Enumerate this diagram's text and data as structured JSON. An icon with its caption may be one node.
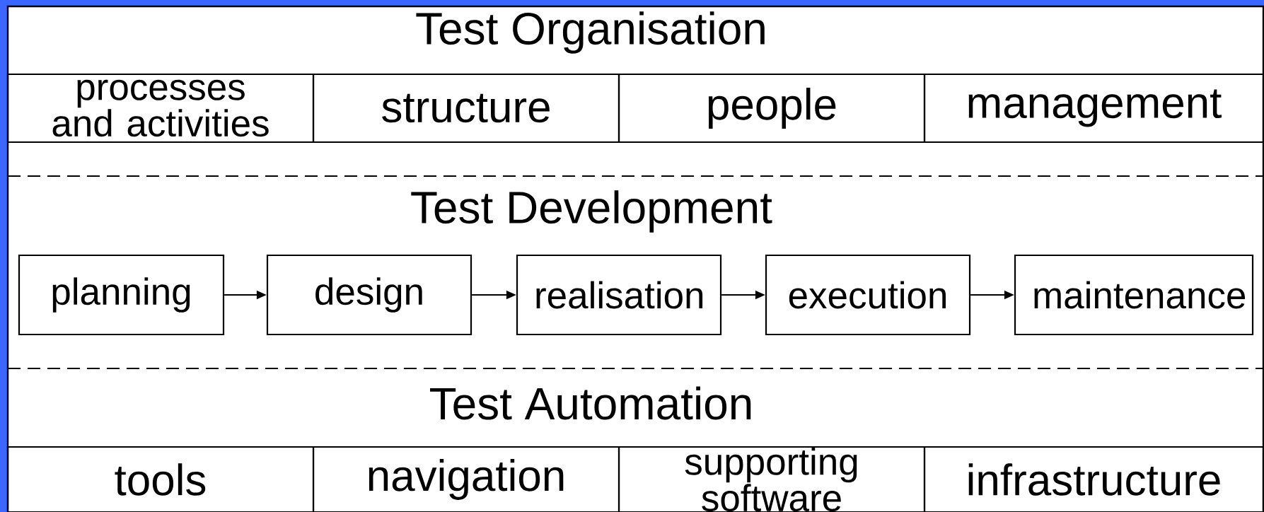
{
  "diagram": {
    "nodes": [
      {
        "text": [
          "processes and activities"
        ]
      },
      {
        "text": [
          "structure"
        ]
      },
      {
        "text": [
          "people"
        ]
      },
      {
        "text": [
          "management"
        ]
      },
      {
        "text": [
          "planning"
        ]
      },
      {
        "text": [
          "design"
        ]
      },
      {
        "text": [
          "realisation"
        ]
      },
      {
        "text": [
          "execution"
        ]
      },
      {
        "text": [
          "maintenance"
        ]
      },
      {
        "text": [
          "tools"
        ]
      },
      {
        "text": [
          "navigation"
        ]
      },
      {
        "text": [
          "supporting software"
        ]
      },
      {
        "text": [
          "infrastructure"
        ]
      }
    ],
    "edges": [
      {
        "from": 4,
        "to": 5,
        "arrow": "to"
      },
      {
        "from": 5,
        "to": 6,
        "arrow": "to"
      },
      {
        "from": 6,
        "to": 7,
        "arrow": "to"
      },
      {
        "from": 7,
        "to": 8,
        "arrow": "to"
      }
    ],
    "labels": [
      "Test Organisation",
      "Test Development",
      "Test Automation"
    ]
  }
}
